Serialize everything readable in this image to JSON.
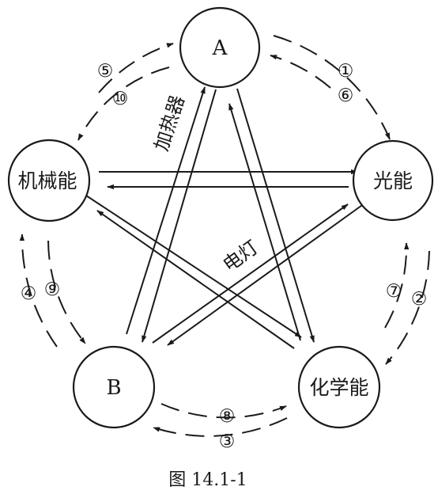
{
  "nodes": {
    "A": "A",
    "mechanical": "机械能",
    "light": "光能",
    "B": "B",
    "chemical": "化学能"
  },
  "cycle_labels": {
    "A_light": [
      "①",
      "⑥"
    ],
    "light_chemical": [
      "⑦",
      "②"
    ],
    "chemical_B": [
      "⑧",
      "③"
    ],
    "B_mechanical": [
      "④",
      "⑨"
    ],
    "mechanical_A": [
      "⑤",
      "⑩"
    ]
  },
  "annotations": {
    "heater": "加热器",
    "lamp": "电灯"
  },
  "caption": "图 14.1-1"
}
